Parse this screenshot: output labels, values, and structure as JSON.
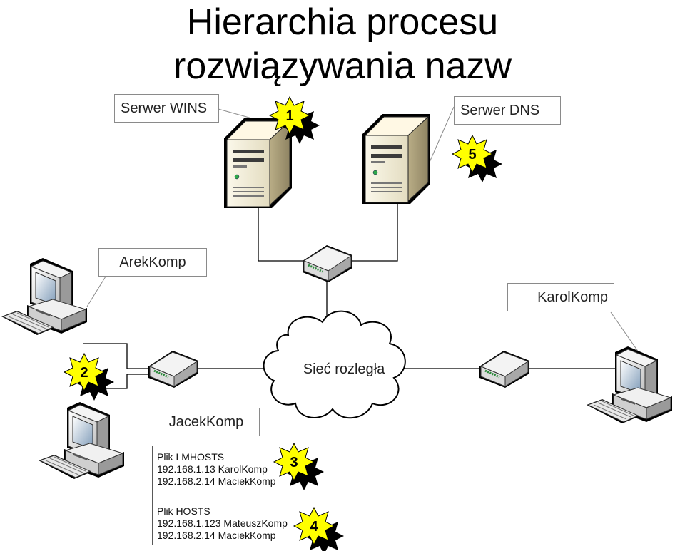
{
  "title": {
    "line1": "Hierarchia procesu",
    "line2": "rozwiązywania nazw"
  },
  "labels": {
    "wins": "Serwer WINS",
    "dns": "Serwer DNS",
    "arek": "ArekKomp",
    "karol": "KarolKomp",
    "jacek": "JacekKomp",
    "network": "Sieć rozległa"
  },
  "lmhosts": {
    "title": "Plik LMHOSTS",
    "lines": [
      "192.168.1.13 KarolKomp",
      "192.168.2.14 MaciekKomp"
    ]
  },
  "hosts": {
    "title": "Plik HOSTS",
    "lines": [
      "192.168.1.123 MateuszKomp",
      "192.168.2.14 MaciekKomp"
    ]
  },
  "badges": [
    "1",
    "2",
    "3",
    "4",
    "5"
  ],
  "colors": {
    "badge_fill": "#ffff00",
    "badge_shadow": "#000000",
    "server_body": "#f2edd8",
    "monitor_screen": "#9eb6cc",
    "line": "#000000",
    "box_border": "#8a8a8a"
  },
  "icons": [
    "server-icon",
    "computer-icon",
    "router-icon",
    "cloud-icon",
    "badge-icon"
  ]
}
